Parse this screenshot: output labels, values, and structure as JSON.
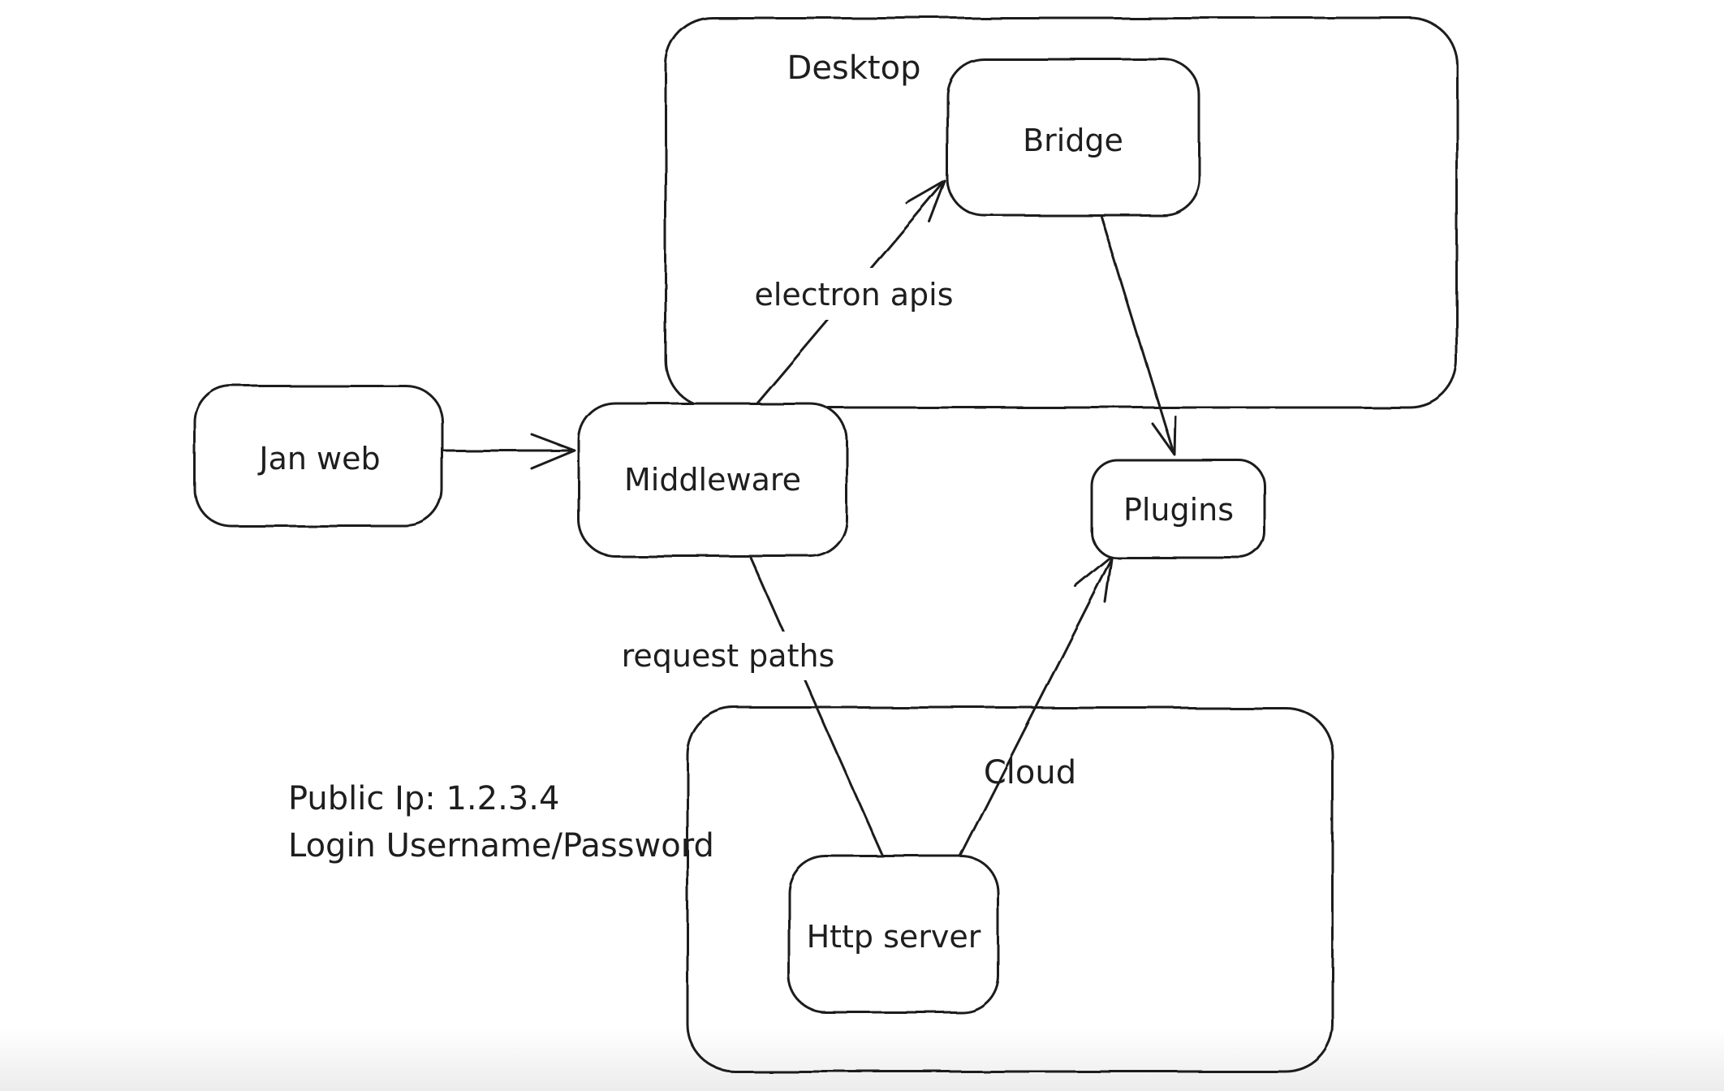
{
  "diagram": {
    "colors": {
      "stroke": "#1e1e1e",
      "background": "#ffffff",
      "bottom_fade": "#ececec"
    },
    "containers": {
      "desktop": {
        "label": "Desktop"
      },
      "cloud": {
        "label": "Cloud"
      }
    },
    "nodes": {
      "jan_web": {
        "label": "Jan web"
      },
      "middleware": {
        "label": "Middleware"
      },
      "bridge": {
        "label": "Bridge"
      },
      "plugins": {
        "label": "Plugins"
      },
      "http_server": {
        "label": "Http server"
      }
    },
    "edges": [
      {
        "from": "Jan web",
        "to": "Middleware",
        "label": "",
        "arrowhead": "end"
      },
      {
        "from": "Middleware",
        "to": "Bridge",
        "label": "electron apis",
        "arrowhead": "end"
      },
      {
        "from": "Bridge",
        "to": "Plugins",
        "label": "",
        "arrowhead": "end"
      },
      {
        "from": "Middleware",
        "to": "Http server",
        "label": "request paths",
        "arrowhead": "none"
      },
      {
        "from": "Http server",
        "to": "Plugins",
        "label": "",
        "arrowhead": "end"
      }
    ],
    "annotations": {
      "public_ip": "Public Ip: 1.2.3.4",
      "login": "Login Username/Password"
    }
  }
}
